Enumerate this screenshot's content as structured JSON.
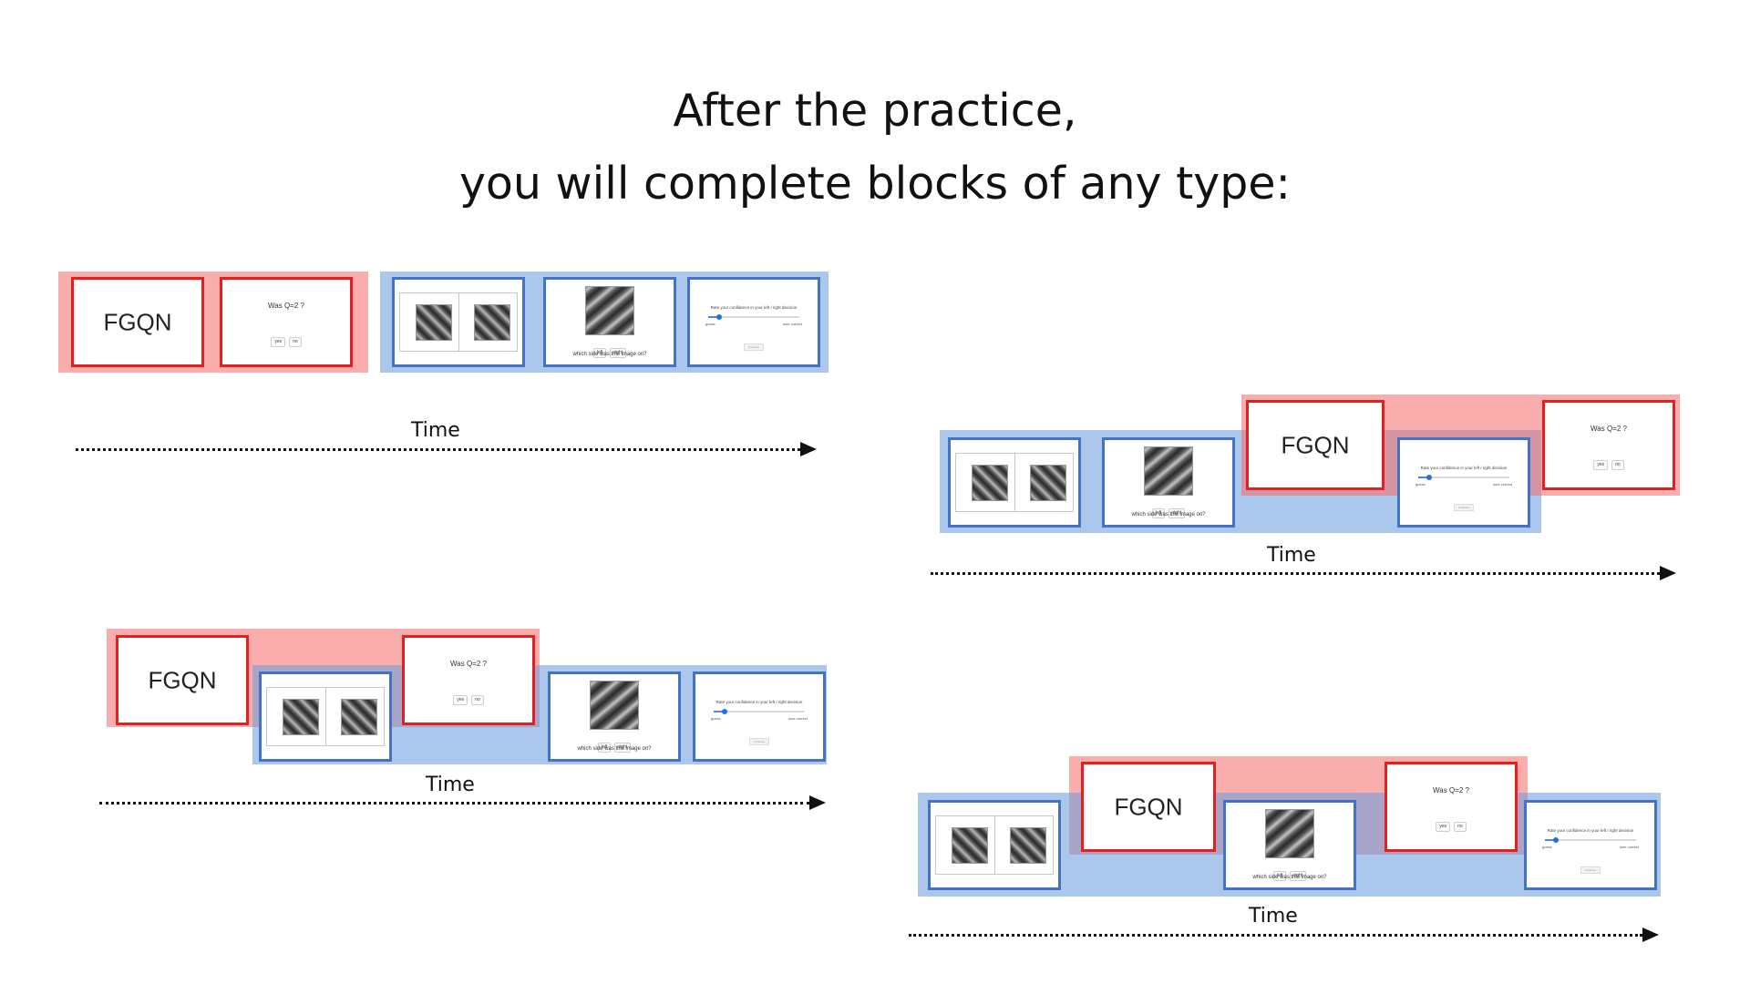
{
  "title": {
    "line1": "After the practice,",
    "line2": "you will complete blocks of any type:"
  },
  "screens": {
    "letters": "FGQN",
    "question": "Was Q=2 ?",
    "yes": "yes",
    "no": "no",
    "left": "left",
    "right": "right",
    "which_side": "which side was this image on?",
    "confidence_prompt": "Rate your confidence in your left / right decision",
    "scale_low": "guess",
    "scale_high": "sure correct",
    "continue": "Continue",
    "confidence_level": 0.12
  },
  "timeline": {
    "label": "Time"
  },
  "colors": {
    "letter_task": "#e3201f",
    "grating_task": "#4472c4"
  },
  "blocks": [
    {
      "order": [
        "letters",
        "question",
        "pair",
        "single",
        "confidence"
      ]
    },
    {
      "order": [
        "pair",
        "single",
        "letters",
        "confidence",
        "question"
      ]
    },
    {
      "order": [
        "letters",
        "pair",
        "question",
        "single",
        "confidence"
      ]
    },
    {
      "order": [
        "pair",
        "letters",
        "single",
        "question",
        "confidence"
      ]
    }
  ]
}
